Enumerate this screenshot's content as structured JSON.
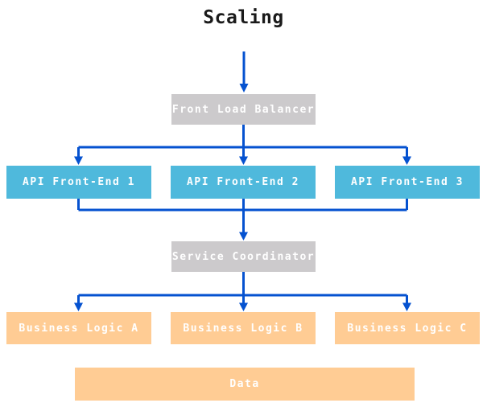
{
  "title": "Scaling",
  "colors": {
    "arrow": "#0552d0",
    "gray": "#cccacc",
    "blue": "#4fb9dc",
    "orange": "#ffcc94",
    "node_text": "#ffffff",
    "title_color": "#1a1a1a",
    "bg": "#ffffff"
  },
  "nodes": {
    "load_balancer": "Front Load Balancer",
    "api1": "API Front-End 1",
    "api2": "API Front-End 2",
    "api3": "API Front-End 3",
    "coordinator": "Service Coordinator",
    "logic_a": "Business Logic A",
    "logic_b": "Business Logic B",
    "logic_c": "Business Logic C",
    "data": "Data"
  },
  "edges": [
    {
      "from": "start",
      "to": "load_balancer"
    },
    {
      "from": "load_balancer",
      "to": "api1"
    },
    {
      "from": "load_balancer",
      "to": "api2"
    },
    {
      "from": "load_balancer",
      "to": "api3"
    },
    {
      "from": "api1",
      "to": "coordinator"
    },
    {
      "from": "api2",
      "to": "coordinator"
    },
    {
      "from": "api3",
      "to": "coordinator"
    },
    {
      "from": "coordinator",
      "to": "logic_a"
    },
    {
      "from": "coordinator",
      "to": "logic_b"
    },
    {
      "from": "coordinator",
      "to": "logic_c"
    }
  ]
}
